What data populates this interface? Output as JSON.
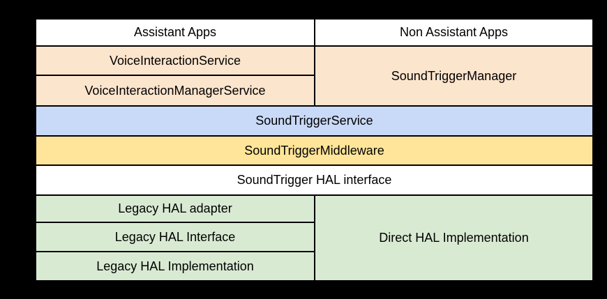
{
  "canvas": {
    "background": "#000000"
  },
  "diagram": {
    "border_color": "#000000",
    "text_color": "#000000",
    "palette": {
      "apps_white": "#ffffff",
      "framework_peach": "#fce5cd",
      "service_blue": "#c9daf8",
      "middleware_yellow": "#ffe599",
      "hal_green": "#d9ead3"
    },
    "blocks": {
      "assistant_apps": {
        "label": "Assistant Apps",
        "color": "#ffffff"
      },
      "non_assistant_apps": {
        "label": "Non Assistant Apps",
        "color": "#ffffff"
      },
      "voice_interaction_service": {
        "label": "VoiceInteractionService",
        "color": "#fce5cd"
      },
      "voice_interaction_manager_service": {
        "label": "VoiceInteractionManagerService",
        "color": "#fce5cd"
      },
      "sound_trigger_manager": {
        "label": "SoundTriggerManager",
        "color": "#fce5cd"
      },
      "sound_trigger_service": {
        "label": "SoundTriggerService",
        "color": "#c9daf8"
      },
      "sound_trigger_middleware": {
        "label": "SoundTriggerMiddleware",
        "color": "#ffe599"
      },
      "sound_trigger_hal_interface": {
        "label": "SoundTrigger HAL interface",
        "color": "#ffffff"
      },
      "legacy_hal_adapter": {
        "label": "Legacy HAL adapter",
        "color": "#d9ead3"
      },
      "legacy_hal_interface": {
        "label": "Legacy HAL Interface",
        "color": "#d9ead3"
      },
      "legacy_hal_implementation": {
        "label": "Legacy HAL Implementation",
        "color": "#d9ead3"
      },
      "direct_hal_implementation": {
        "label": "Direct HAL Implementation",
        "color": "#d9ead3"
      }
    }
  }
}
